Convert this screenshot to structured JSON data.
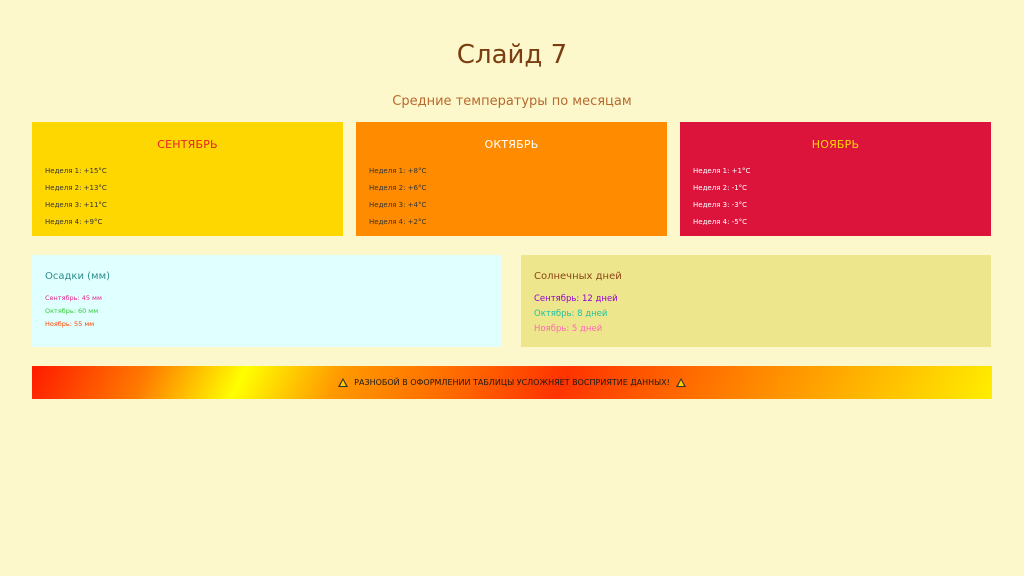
{
  "slide": {
    "title": "Слайд 7",
    "subtitle": "Средние температуры по месяцам"
  },
  "months": [
    {
      "name": "СЕНТЯБРЬ",
      "weeks": [
        "Неделя 1: +15°C",
        "Неделя 2: +13°C",
        "Неделя 3: +11°C",
        "Неделя 4: +9°C"
      ]
    },
    {
      "name": "ОКТЯБРЬ",
      "weeks": [
        "Неделя 1: +8°C",
        "Неделя 2: +6°C",
        "Неделя 3: +4°C",
        "Неделя 4: +2°C"
      ]
    },
    {
      "name": "НОЯБРЬ",
      "weeks": [
        "Неделя 1: +1°C",
        "Неделя 2: -1°C",
        "Неделя 3: -3°C",
        "Неделя 4: -5°C"
      ]
    }
  ],
  "precipitation": {
    "title": "Осадки (мм)",
    "items": [
      {
        "text": "Сентябрь: 45 мм",
        "color": "#e0248c"
      },
      {
        "text": "Октябрь: 60 мм",
        "color": "#32cd32"
      },
      {
        "text": "Ноябрь: 55 мм",
        "color": "#ff4500"
      }
    ]
  },
  "sunny_days": {
    "title": "Солнечных дней",
    "items": [
      {
        "text": "Сентябрь: 12 дней",
        "color": "#9400d3"
      },
      {
        "text": "Октябрь: 8 дней",
        "color": "#20c0a0"
      },
      {
        "text": "Ноябрь: 5 дней",
        "color": "#ff69b4"
      }
    ]
  },
  "warning": {
    "text": "РАЗНОБОЙ В ОФОРМЛЕНИИ ТАБЛИЦЫ УСЛОЖНЯЕТ ВОСПРИЯТИЕ ДАННЫХ!",
    "icon": "warning-icon"
  }
}
